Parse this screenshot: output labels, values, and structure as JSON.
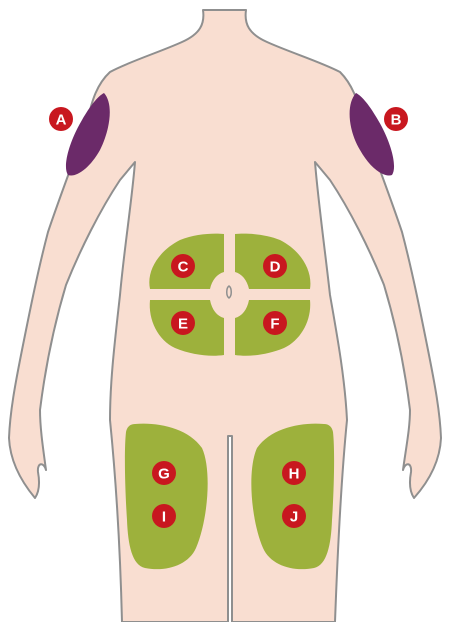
{
  "colors": {
    "skin": "#f9ded1",
    "outline": "#8f8f8f",
    "arm_zone": "#6b2a69",
    "zone": "#9db13c",
    "marker": "#c8171f",
    "marker_text": "#ffffff"
  },
  "markers": {
    "a": "A",
    "b": "B",
    "c": "C",
    "d": "D",
    "e": "E",
    "f": "F",
    "g": "G",
    "h": "H",
    "i": "I",
    "j": "J"
  }
}
